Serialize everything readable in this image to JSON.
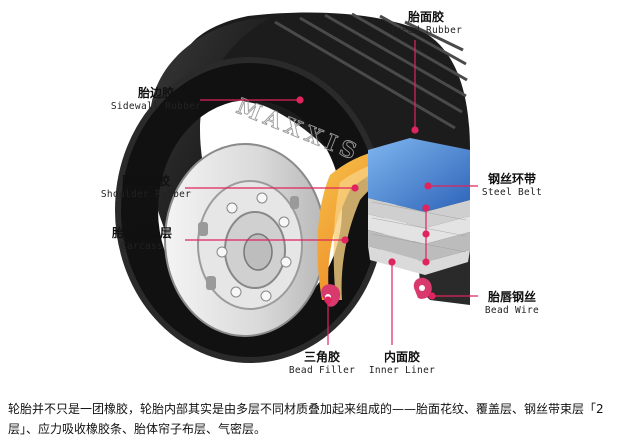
{
  "brand": "MAXXIS",
  "labels": {
    "tread": {
      "zh": "胎面胶",
      "en": "Tread Rubber"
    },
    "sidewall": {
      "zh": "胎边胶",
      "en": "Sidewall Rubber"
    },
    "shoulder": {
      "zh": "胎肩垫胶",
      "en": "Shoulder Rubber"
    },
    "carcass": {
      "zh": "胎体钢丝层",
      "en": "Carcass"
    },
    "steel_belt": {
      "zh": "钢丝环带",
      "en": "Steel Belt"
    },
    "bead_wire": {
      "zh": "胎唇钢丝",
      "en": "Bead Wire"
    },
    "bead_filler": {
      "zh": "三角胶",
      "en": "Bead Filler"
    },
    "inner_liner": {
      "zh": "内面胶",
      "en": "Inner Liner"
    }
  },
  "caption": "轮胎并不只是一团橡胶，轮胎内部其实是由多层不同材质叠加起来组成的——胎面花纹、覆盖层、钢丝带束层「2层」、应力吸收橡胶条、胎体帘子布层、气密层。",
  "colors": {
    "leader": "#e0245e",
    "tire": "#1e1e1e",
    "belt": "#3a78c8",
    "carcass": "#f2a83a"
  }
}
